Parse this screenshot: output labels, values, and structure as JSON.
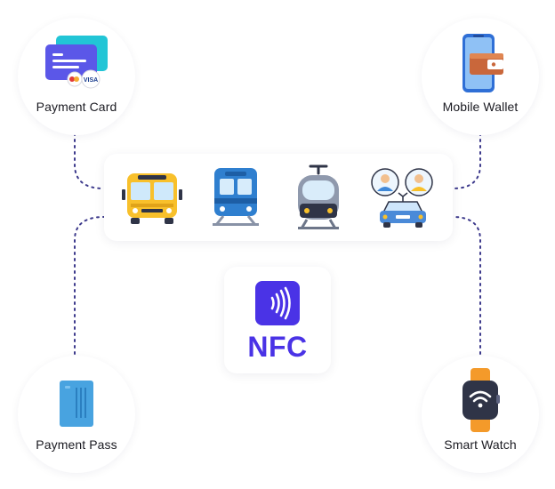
{
  "nodes": {
    "payment_card": {
      "label": "Payment Card",
      "badge_text": "VISA"
    },
    "mobile_wallet": {
      "label": "Mobile Wallet"
    },
    "payment_pass": {
      "label": "Payment Pass"
    },
    "smart_watch": {
      "label": "Smart Watch"
    }
  },
  "center": {
    "label": "NFC"
  },
  "transport": {
    "icons": [
      "bus-icon",
      "train-icon",
      "tram-icon",
      "rideshare-icon"
    ]
  },
  "colors": {
    "accent": "#4a33e6",
    "connector": "#3d3a8c",
    "label": "#1b1b22"
  }
}
